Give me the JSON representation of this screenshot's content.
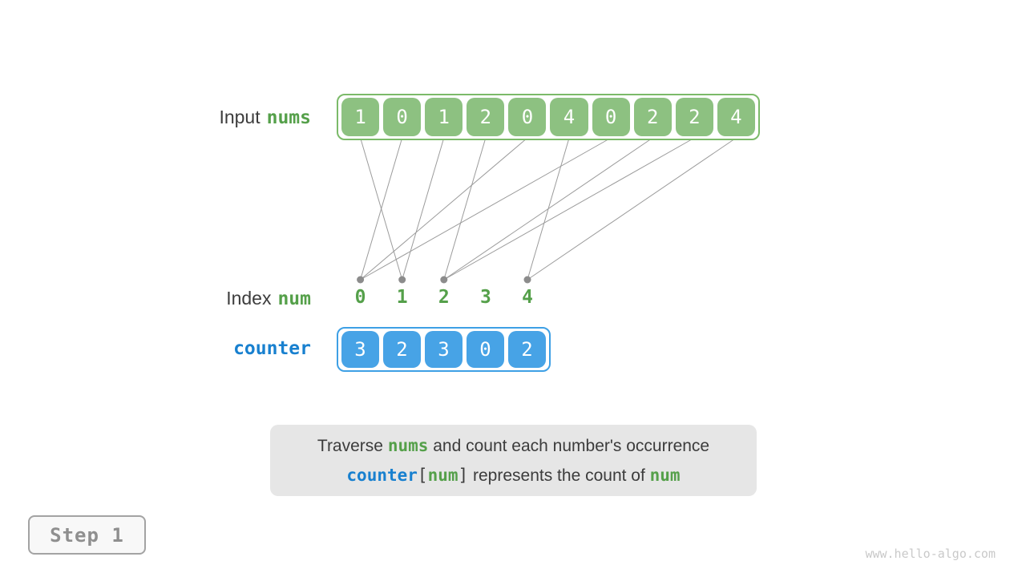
{
  "labels": {
    "input_prefix": "Input",
    "input_var": "nums",
    "index_prefix": "Index",
    "index_var": "num",
    "counter_var": "counter"
  },
  "nums_array": [
    1,
    0,
    1,
    2,
    0,
    4,
    0,
    2,
    2,
    4
  ],
  "index_labels": [
    0,
    1,
    2,
    3,
    4
  ],
  "dot_indices": [
    0,
    1,
    2,
    4
  ],
  "counter_array": [
    3,
    2,
    3,
    0,
    2
  ],
  "caption": {
    "line1": [
      {
        "text": "Traverse ",
        "style": "plain"
      },
      {
        "text": "nums",
        "style": "green-code"
      },
      {
        "text": " and count each number's occurrence",
        "style": "plain"
      }
    ],
    "line2": [
      {
        "text": "counter",
        "style": "blue-code"
      },
      {
        "text": "[",
        "style": "plain-code"
      },
      {
        "text": "num",
        "style": "green-code"
      },
      {
        "text": "]",
        "style": "plain-code"
      },
      {
        "text": " represents the count of ",
        "style": "plain"
      },
      {
        "text": "num",
        "style": "green-code"
      }
    ]
  },
  "step_badge": "Step 1",
  "watermark": "www.hello-algo.com",
  "colors": {
    "green_cell": "#8dc181",
    "green_border": "#7bba69",
    "green_text": "#55a04a",
    "blue_cell": "#47a3e6",
    "blue_border": "#3ea0e5",
    "blue_text": "#1880cf",
    "line_gray": "#9b9b9b",
    "dot_gray": "#8c8c8c",
    "caption_bg": "#e6e6e6",
    "text_dark": "#3c3c3c"
  }
}
